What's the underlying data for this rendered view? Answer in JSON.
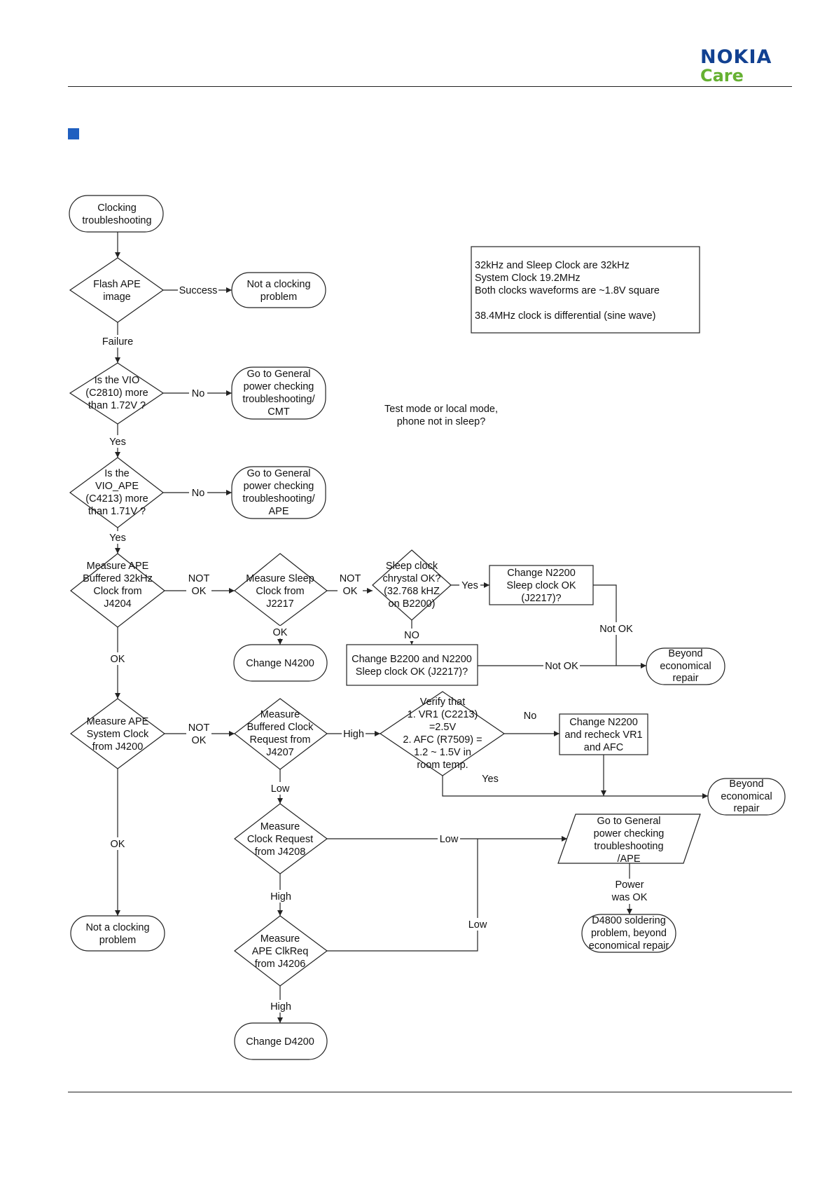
{
  "header": {
    "brand": "NOKIA",
    "brand_sub": "Care",
    "brand_color": "#124191",
    "brand_sub_color": "#66b132",
    "marker_color": "#1f5fc0"
  },
  "flowchart": {
    "start": [
      "Clocking",
      "troubleshooting"
    ],
    "flash_ape": [
      "Flash APE",
      "image"
    ],
    "not_clocking_1": [
      "Not a clocking",
      "problem"
    ],
    "vio_check": [
      "Is the VIO",
      "(C2810) more",
      "than 1.72V ?"
    ],
    "goto_power_cmt": [
      "Go to General",
      "power checking",
      "troubleshooting/",
      "CMT"
    ],
    "vio_ape_check": [
      "Is the",
      "VIO_APE",
      "(C4213) more",
      "than 1.71V ?"
    ],
    "goto_power_ape": [
      "Go to General",
      "power checking",
      "troubleshooting/",
      "APE"
    ],
    "measure_32k": [
      "Measure APE",
      "Buffered 32kHz",
      "Clock from",
      "J4204"
    ],
    "measure_sleep": [
      "Measure Sleep",
      "Clock from",
      "J2217"
    ],
    "sleep_crystal": [
      "Sleep clock",
      "chrystal OK?",
      "(32.768 kHZ",
      "on B2200)"
    ],
    "change_n2200_sleep": [
      "Change N2200",
      "Sleep clock OK",
      "(J2217)?"
    ],
    "change_n4200": [
      "Change N4200"
    ],
    "change_b2200": [
      "Change B2200 and N2200",
      "Sleep clock OK (J2217)?"
    ],
    "beyond_1": [
      "Beyond",
      "economical",
      "repair"
    ],
    "measure_sysclk": [
      "Measure APE",
      "System Clock",
      "from J4200"
    ],
    "measure_bufclk": [
      "Measure",
      "Buffered Clock",
      "Request from",
      "J4207"
    ],
    "verify_vr1": [
      "Verify that",
      "1. VR1 (C2213)",
      "=2.5V",
      "2. AFC (R7509) =",
      "1.2 ~ 1.5V in",
      "room temp."
    ],
    "change_n2200_vr1": [
      "Change N2200",
      "and recheck VR1",
      "and AFC"
    ],
    "beyond_2": [
      "Beyond",
      "economical",
      "repair"
    ],
    "measure_clkreq": [
      "Measure",
      "Clock Request",
      "from J4208"
    ],
    "goto_power_ape2": [
      "Go to General",
      "power checking",
      "troubleshooting",
      "/APE"
    ],
    "power_ok": [
      "Power",
      "was OK"
    ],
    "d4800": [
      "D4800 soldering",
      "problem, beyond",
      "economical repair"
    ],
    "not_clocking_2": [
      "Not a clocking",
      "problem"
    ],
    "measure_ape_clkreq": [
      "Measure",
      "APE ClkReq",
      "from J4206"
    ],
    "change_d4200": [
      "Change D4200"
    ],
    "note_box": [
      "32kHz and Sleep Clock are 32kHz",
      "System Clock 19.2MHz",
      "Both clocks waveforms are ~1.8V square",
      "",
      "38.4MHz clock is differential (sine wave)"
    ],
    "question_note": [
      "Test mode or local mode,",
      "phone not in sleep?"
    ]
  },
  "edge_labels": {
    "success": "Success",
    "failure": "Failure",
    "no_1": "No",
    "yes_1": "Yes",
    "no_2": "No",
    "yes_2": "Yes",
    "not_ok_1": [
      "NOT",
      "OK"
    ],
    "not_ok_2": [
      "NOT",
      "OK"
    ],
    "yes_3": "Yes",
    "ok_1": "OK",
    "no_3": "NO",
    "not_ok_3": "Not OK",
    "not_ok_4": "Not OK",
    "ok_2": "OK",
    "not_ok_5": [
      "NOT",
      "OK"
    ],
    "high_1": "High",
    "no_4": "No",
    "yes_4": "Yes",
    "low_1": "Low",
    "low_2": "Low",
    "ok_3": "OK",
    "high_2": "High",
    "low_3": "Low",
    "high_3": "High"
  }
}
